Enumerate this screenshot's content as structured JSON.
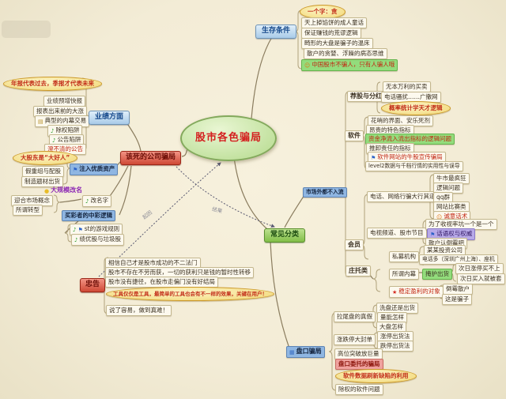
{
  "center": {
    "label": "股市各色骗局"
  },
  "relations": {
    "cause": "起因",
    "result": "结果"
  },
  "survival": {
    "header": "生存条件",
    "note": "一个字：贪",
    "items": [
      {
        "text": "天上掉馅饼的成人童话"
      },
      {
        "text": "保证赚钱的荒谬逻辑"
      },
      {
        "text": "畸形的大盘是骗子的温床"
      },
      {
        "text": "散户的贪婪、浮躁的病态思维"
      },
      {
        "text": "中国股市不骗人，只有人骗人哦",
        "icon": "smiley"
      }
    ]
  },
  "performance": {
    "header": "业绩方面",
    "note": "年报代表过去，季报才代表未来",
    "items": [
      {
        "text": "业绩预增快报"
      },
      {
        "text": "报表出来前的大涨"
      },
      {
        "text": "典型的内幕交易",
        "icon": "note"
      },
      {
        "text": "除权陷阱",
        "icon": "music"
      },
      {
        "text": "公告陷阱",
        "icon": "music"
      },
      {
        "text": "澄不清的公告"
      }
    ]
  },
  "company": {
    "header": "该死的公司骗局",
    "asset": {
      "note": "大股东是“大好人”",
      "node": {
        "text": "注入优质资产",
        "icon": "flag"
      },
      "items": [
        {
          "text": "假重组与配股"
        },
        {
          "text": "制造题材出货"
        }
      ]
    },
    "rename": {
      "note": {
        "text": "大规模改名",
        "icon": "dot"
      },
      "node": {
        "text": "改名字",
        "icon": "music"
      },
      "items": [
        {
          "text": "迎合市场概念"
        },
        {
          "text": "所谓转型"
        }
      ]
    },
    "lottery": {
      "node": "买彩者的中彩逻辑",
      "items": [
        {
          "text": "st的游戏规则",
          "icon": "music flag"
        },
        {
          "text": "绩优股与垃圾股",
          "icon": "music"
        }
      ]
    }
  },
  "advice": {
    "header": "忠告",
    "items": [
      {
        "text": "相信自己才是股市成功的不二法门"
      },
      {
        "text": "股市不存在不劳而获，一切的获利只是钱的暂时性转移"
      },
      {
        "text": "股市没有捷径，在股市走偏门没有好结局"
      },
      {
        "text": "工具仅仅是工具，最简单的工具也会有不一样的效果，关键在用户！"
      },
      {
        "text": "说了容易，做到真难！"
      }
    ]
  },
  "classification": {
    "header": "常见分类",
    "otc": {
      "node": "市场外都不入流",
      "tips": {
        "node": "荐股与分红",
        "items": [
          {
            "text": "无本万利的买卖"
          },
          {
            "text": "电话骚扰……广撒网"
          }
        ],
        "note": "概率统计学天才逻辑"
      },
      "software": {
        "node": "软件",
        "items": [
          {
            "text": "花哨的界面、安乐死剂"
          },
          {
            "text": "昂贵的特色指标"
          },
          {
            "text": "资金净流入流出指标的逻辑问题"
          },
          {
            "text": "推卸责任的指标"
          },
          {
            "text": "软件网站的牛股宣传骗局",
            "icon": "flag"
          },
          {
            "text": "level2数据与千档行情的实用性与误导"
          }
        ]
      },
      "member": {
        "node": "会员",
        "phone": {
          "node": "电话、网络行骗大行其道",
          "items": [
            {
              "text": "牛市最疯狂"
            },
            {
              "text": "逻辑问题"
            },
            {
              "text": "qq群"
            },
            {
              "text": "网站比赛类"
            },
            {
              "text": "诚意话术",
              "icon": "smiley"
            }
          ]
        },
        "tv": {
          "node": "电视频道、股市节目",
          "items": [
            {
              "text": "为了收视率坑一个是一个"
            },
            {
              "text": "话语权与权威",
              "icon": "flag"
            },
            {
              "text": "散户认倒霉吧"
            }
          ]
        },
        "pe": {
          "node": "私募机构",
          "items": [
            {
              "text": "某某投资公司"
            },
            {
              "text": "电话多（深圳广州上海）、座机"
            }
          ]
        }
      },
      "banker": {
        "node": "庄托类",
        "inside": {
          "node": "所谓内幕",
          "cover": {
            "node": "掩护出货",
            "items": [
              {
                "text": "次日涨停买不上"
              },
              {
                "text": "次日买入就被套"
              }
            ]
          }
        },
        "target": {
          "node": {
            "text": "稳定盈利的对象",
            "icon": "star"
          },
          "items": [
            {
              "text": "倒霉散户"
            },
            {
              "text": "这是骗子"
            }
          ]
        }
      }
    },
    "panel": {
      "node": {
        "text": "盘口骗局",
        "icon": "chart"
      },
      "tail": {
        "node": "拉尾盘的真假",
        "items": [
          {
            "text": "洗盘还是出货"
          },
          {
            "text": "量能怎样"
          },
          {
            "text": "大盘怎样"
          }
        ]
      },
      "limit": {
        "node": "涨跌停大封单",
        "items": [
          {
            "text": "涨停出货法"
          },
          {
            "text": "跌停出货法"
          }
        ]
      },
      "items": [
        {
          "text": "高位突破放巨量"
        },
        {
          "text": "盘口委托的骗局"
        },
        {
          "text": "除权的软件问题"
        }
      ],
      "note": "软件数据刷新缺陷的利用"
    }
  }
}
